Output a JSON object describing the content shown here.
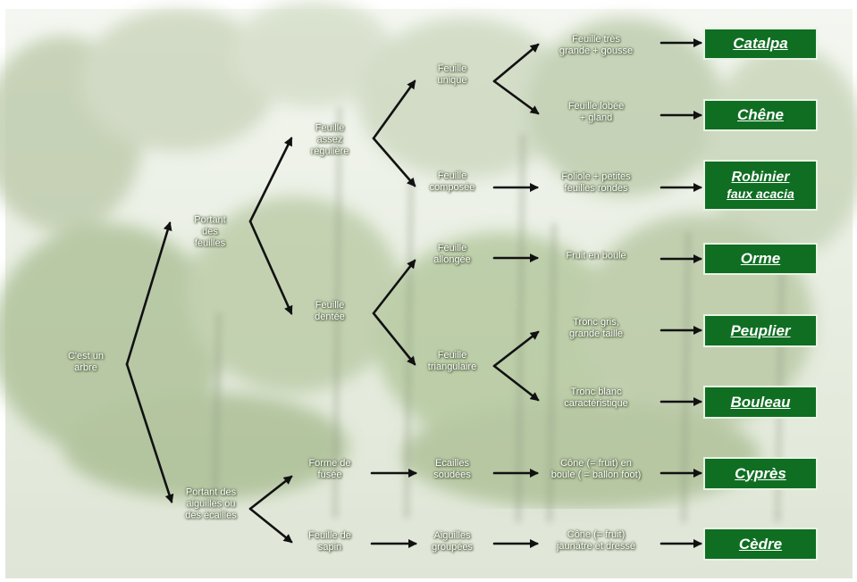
{
  "nodes": {
    "root": [
      "C'est un",
      "arbre"
    ],
    "leaves": [
      "Portant",
      "des",
      "feuilles"
    ],
    "needles": [
      "Portant des",
      "aiguilles ou",
      "des écailles"
    ],
    "regular": [
      "Feuille",
      "assez",
      "régulière"
    ],
    "toothed": [
      "Feuille",
      "dentée"
    ],
    "fusiform": [
      "Forme de",
      "fusée"
    ],
    "fir": [
      "Feuille de",
      "sapin"
    ],
    "single": [
      "Feuille",
      "unique"
    ],
    "compound": [
      "Feuille",
      "composée"
    ],
    "elongated": [
      "Feuille",
      "allongée"
    ],
    "triangular": [
      "Feuille",
      "triangulaire"
    ],
    "scales": [
      "Ecailles",
      "soudées"
    ],
    "grouped": [
      "Aiguilles",
      "groupées"
    ],
    "huge": [
      "Feuille très",
      "grande + gousse"
    ],
    "lobed": [
      "Feuille lobée",
      "+ gland"
    ],
    "leaflets": [
      "Foliole + petites",
      "feuilles rondes"
    ],
    "ballfruit": [
      "Fruit en boule"
    ],
    "greytrunk": [
      "Tronc gris,",
      "grande taille"
    ],
    "whitetrunk": [
      "Tronc blanc",
      "caractéristique"
    ],
    "cone1": [
      "Cône (= fruit) en",
      "boule ( = ballon foot)"
    ],
    "cone2": [
      "Cône (= fruit)",
      "jaunâtre et dressé"
    ]
  },
  "results": {
    "catalpa": [
      "Catalpa"
    ],
    "chene": [
      "Chêne"
    ],
    "robinier": [
      "Robinier",
      "faux acacia"
    ],
    "orme": [
      "Orme"
    ],
    "peuplier": [
      "Peuplier"
    ],
    "bouleau": [
      "Bouleau"
    ],
    "cypres": [
      "Cyprès"
    ],
    "cedre": [
      "Cèdre"
    ]
  },
  "colors": {
    "result_box": "#0f6e22",
    "result_border": "#e8f3e4",
    "arrow": "#111111",
    "label_text": "#ffffff"
  }
}
